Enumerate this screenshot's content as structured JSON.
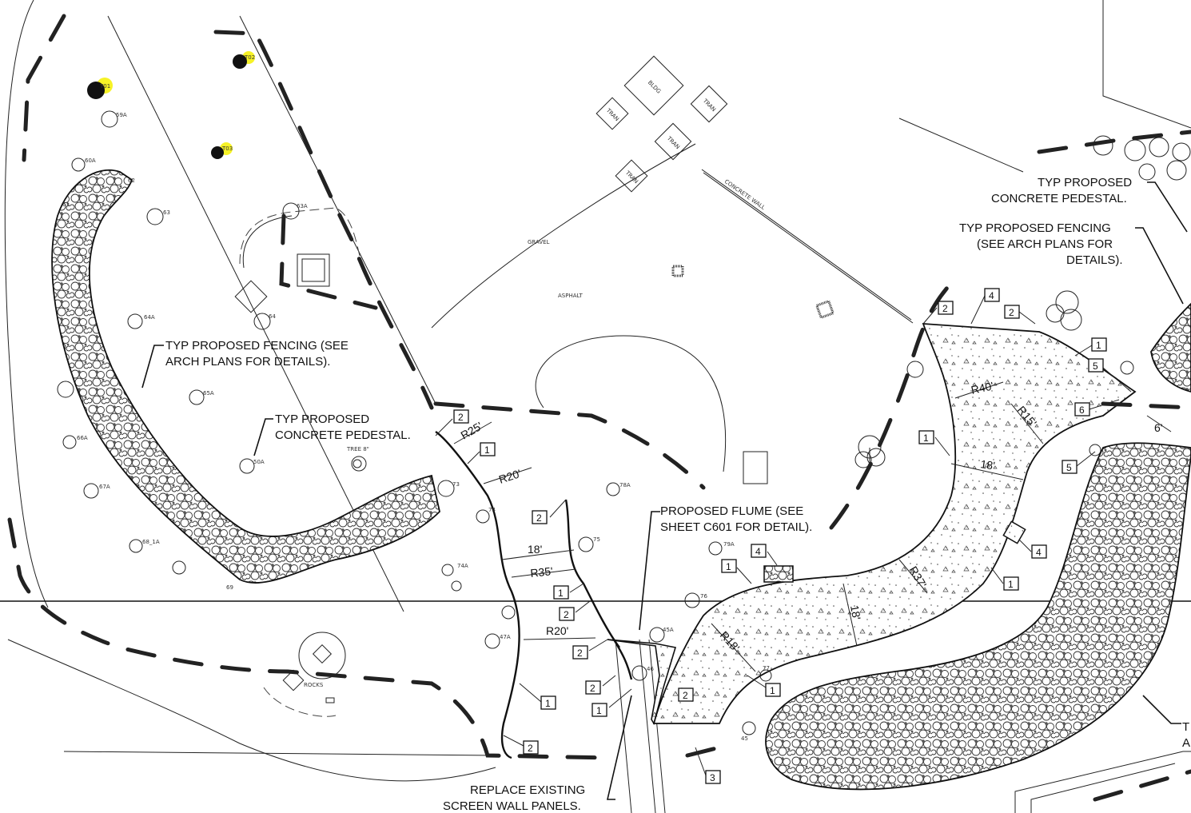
{
  "notes": {
    "fencing_left_1": "TYP PROPOSED FENCING (SEE",
    "fencing_left_2": "ARCH PLANS FOR DETAILS).",
    "pedestal_left_1": "TYP PROPOSED",
    "pedestal_left_2": "CONCRETE PEDESTAL.",
    "pedestal_right_1": "TYP PROPOSED",
    "pedestal_right_2": "CONCRETE PEDESTAL.",
    "fencing_right_1": "TYP PROPOSED FENCING",
    "fencing_right_2": "(SEE ARCH PLANS FOR",
    "fencing_right_3": "DETAILS).",
    "flume_1": "PROPOSED FLUME (SEE",
    "flume_2": "SHEET C601 FOR DETAIL).",
    "screen_1": "REPLACE EXISTING",
    "screen_2": "SCREEN WALL PANELS.",
    "edge_1": "T",
    "edge_2": "A"
  },
  "site_labels": {
    "bldg": "BLDG",
    "tran_1": "TRAN",
    "tran_2": "TRAN",
    "tran_3": "TRAN",
    "tran_4": "TRAN",
    "concrete_wall": "CONCRETE WALL",
    "gravel": "GRAVEL",
    "asphalt": "ASPHALT",
    "rocks": "ROCKS",
    "tree": "TREE 8\""
  },
  "tree_tags": {
    "t01": "T01",
    "t02": "T02",
    "t03": "T03",
    "n59a": "59A",
    "n60a": "60A",
    "n61": "61",
    "n62": "62",
    "n63": "63",
    "n63a": "63A",
    "n64": "64",
    "n64a": "64A",
    "n65a": "65A",
    "n66a": "66A",
    "n67a": "67A",
    "n68_1a": "68_1A",
    "n69": "69",
    "n50a": "50A",
    "n73": "73",
    "n74": "74",
    "n75": "75",
    "n76": "76",
    "n77": "77",
    "n78a": "78A",
    "n79a": "79A",
    "n45": "45",
    "n45a": "45A",
    "n46": "46",
    "n47a": "47A",
    "n74a": "74A"
  },
  "dimensions": {
    "r25": "R25'",
    "r20_top": "R20'",
    "d18_left": "18'",
    "r35": "R35'",
    "r20_bottom": "R20'",
    "r40": "R40'",
    "r15": "R15'",
    "d18_top": "18'",
    "r37": "R37'",
    "d18_mid": "18'",
    "r18": "R18'",
    "d6": "6'"
  },
  "keynotes": {
    "k_a": "2",
    "k_b": "1",
    "k_c": "2",
    "k_d": "1",
    "k_e": "2",
    "k_f": "2",
    "k_g": "2",
    "k_h": "1",
    "k_i": "1",
    "k_j": "2",
    "k_k": "2",
    "k_l": "3",
    "k_m": "1",
    "k_n": "4",
    "k_o": "1",
    "k_p": "2",
    "k_q": "4",
    "k_r": "2",
    "k_s": "1",
    "k_t": "5",
    "k_u": "6",
    "k_v": "1",
    "k_w": "5",
    "k_x": "4",
    "k_y": "1"
  },
  "colors": {
    "highlight": "#f4f000",
    "line": "#111111",
    "background": "#ffffff"
  }
}
